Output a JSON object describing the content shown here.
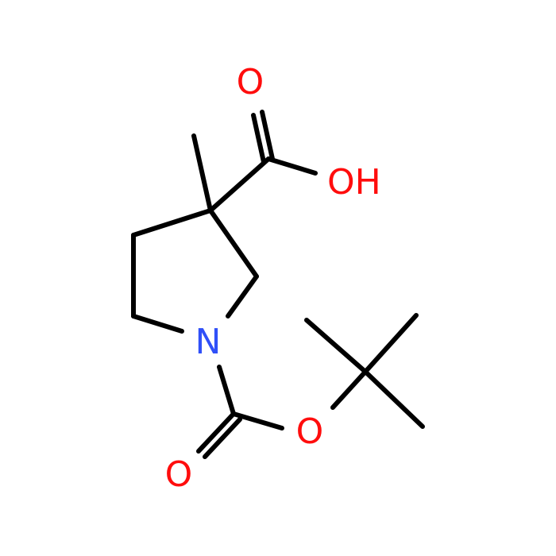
{
  "molecule": {
    "atoms": {
      "acid_carbonyl_o": {
        "symbol": "O"
      },
      "acid_hydroxyl": {
        "symbol": "OH"
      },
      "ring_nitrogen": {
        "symbol": "N"
      },
      "ester_oxygen": {
        "symbol": "O"
      },
      "boc_carbonyl_o": {
        "symbol": "O"
      }
    }
  },
  "colors": {
    "bond": "#000000",
    "oxygen": "#ff0d0d",
    "nitrogen": "#3050f8",
    "background": "#ffffff"
  }
}
